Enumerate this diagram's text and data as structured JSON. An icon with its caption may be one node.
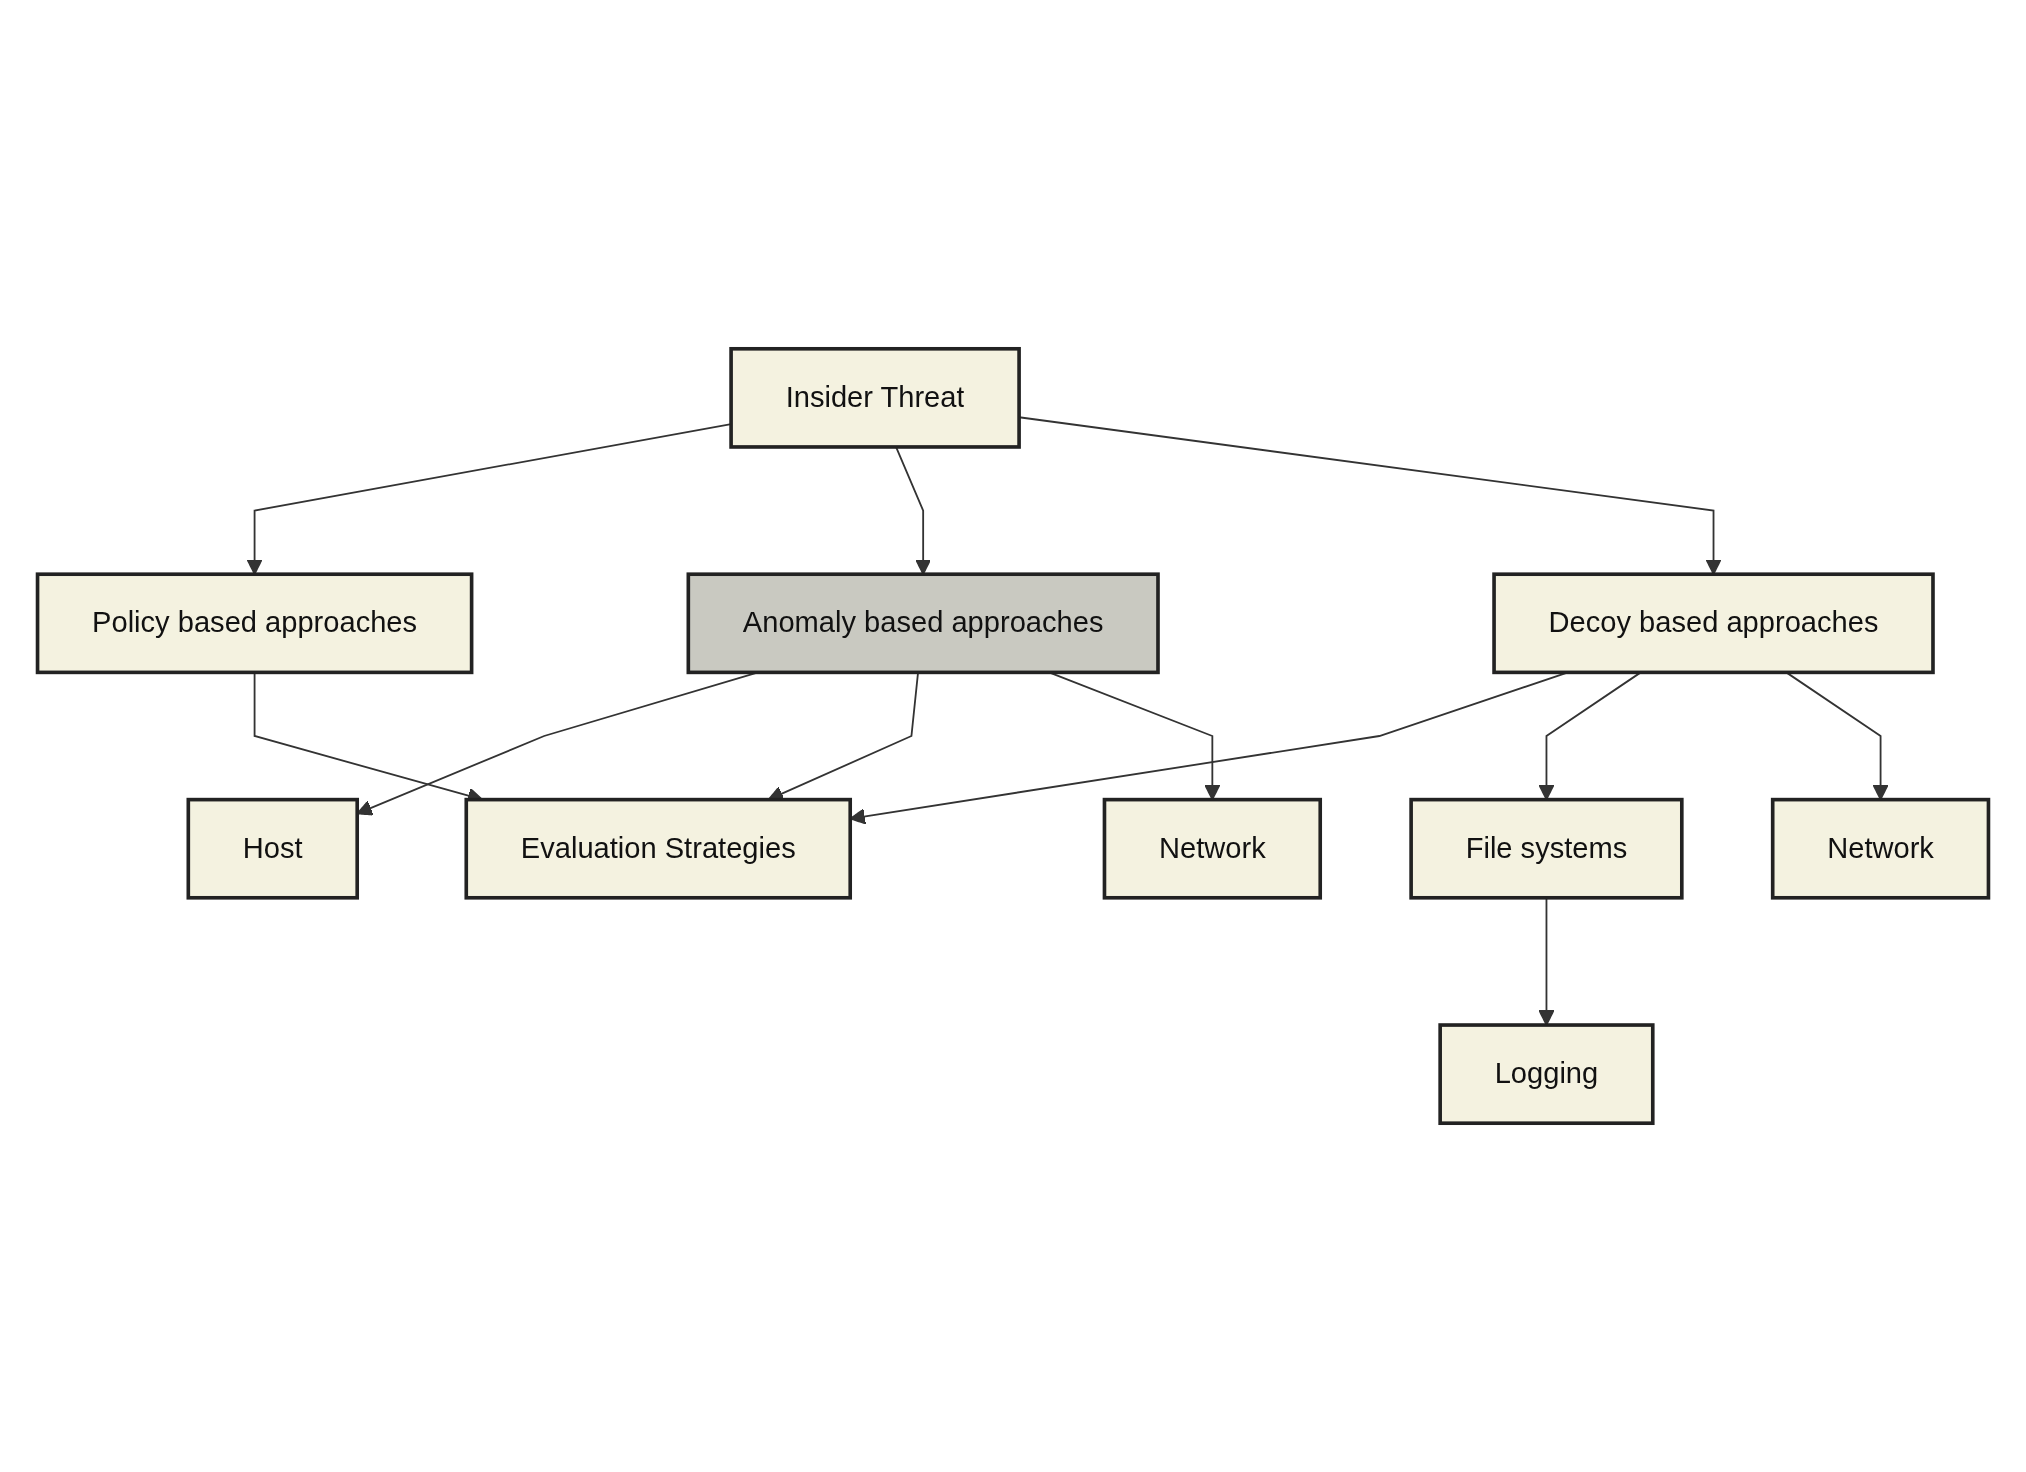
{
  "diagram": {
    "nodes": [
      {
        "text": [
          "Insider Threat"
        ]
      },
      {
        "text": [
          "Policy based approaches"
        ]
      },
      {
        "text": [
          "Anomaly based approaches"
        ]
      },
      {
        "text": [
          "Decoy based approaches"
        ]
      },
      {
        "text": [
          "Host"
        ]
      },
      {
        "text": [
          "Network"
        ]
      },
      {
        "text": [
          "File systems"
        ]
      },
      {
        "text": [
          "Network"
        ]
      },
      {
        "text": [
          "Logging"
        ]
      },
      {
        "text": [
          "Evaluation Strategies"
        ]
      }
    ],
    "edges": [
      {
        "from": 0,
        "to": 1,
        "arrow": "to"
      },
      {
        "from": 0,
        "to": 2,
        "arrow": "to"
      },
      {
        "from": 0,
        "to": 3,
        "arrow": "to"
      },
      {
        "from": 1,
        "to": 9,
        "arrow": "to"
      },
      {
        "from": 2,
        "to": 4,
        "arrow": "to"
      },
      {
        "from": 2,
        "to": 9,
        "arrow": "to"
      },
      {
        "from": 2,
        "to": 5,
        "arrow": "to"
      },
      {
        "from": 3,
        "to": 9,
        "arrow": "to"
      },
      {
        "from": 3,
        "to": 6,
        "arrow": "to"
      },
      {
        "from": 3,
        "to": 7,
        "arrow": "to"
      },
      {
        "from": 6,
        "to": 8,
        "arrow": "to"
      }
    ]
  }
}
